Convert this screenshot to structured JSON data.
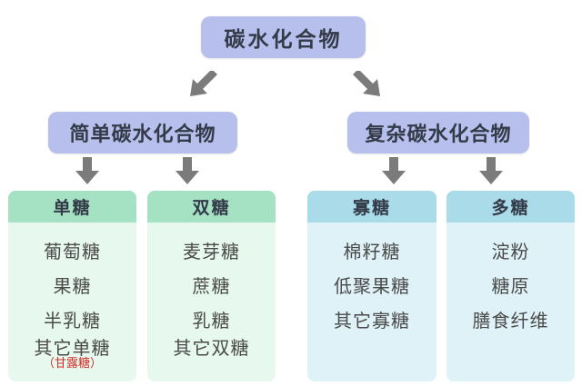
{
  "root": "碳水化合物",
  "simple": {
    "label": "简单碳水化合物",
    "groups": [
      {
        "title": "单糖",
        "items": [
          "葡萄糖",
          "果糖",
          "半乳糖",
          "其它单糖"
        ],
        "note": "（甘露糖）"
      },
      {
        "title": "双糖",
        "items": [
          "麦芽糖",
          "蔗糖",
          "乳糖",
          "其它双糖"
        ]
      }
    ]
  },
  "complex": {
    "label": "复杂碳水化合物",
    "groups": [
      {
        "title": "寡糖",
        "items": [
          "棉籽糖",
          "低聚果糖",
          "其它寡糖"
        ]
      },
      {
        "title": "多糖",
        "items": [
          "淀粉",
          "糖原",
          "膳食纤维"
        ]
      }
    ]
  },
  "colors": {
    "pill": "#b7c0ec",
    "green_head": "#a5e2c3",
    "green_body": "#e7f8ee",
    "blue_head": "#a9dbe8",
    "blue_body": "#dff2f7",
    "arrow": "#7b7b7b",
    "note": "#d0302a"
  },
  "icons": [
    "arrow-down-left-icon",
    "arrow-down-right-icon",
    "arrow-down-icon"
  ]
}
